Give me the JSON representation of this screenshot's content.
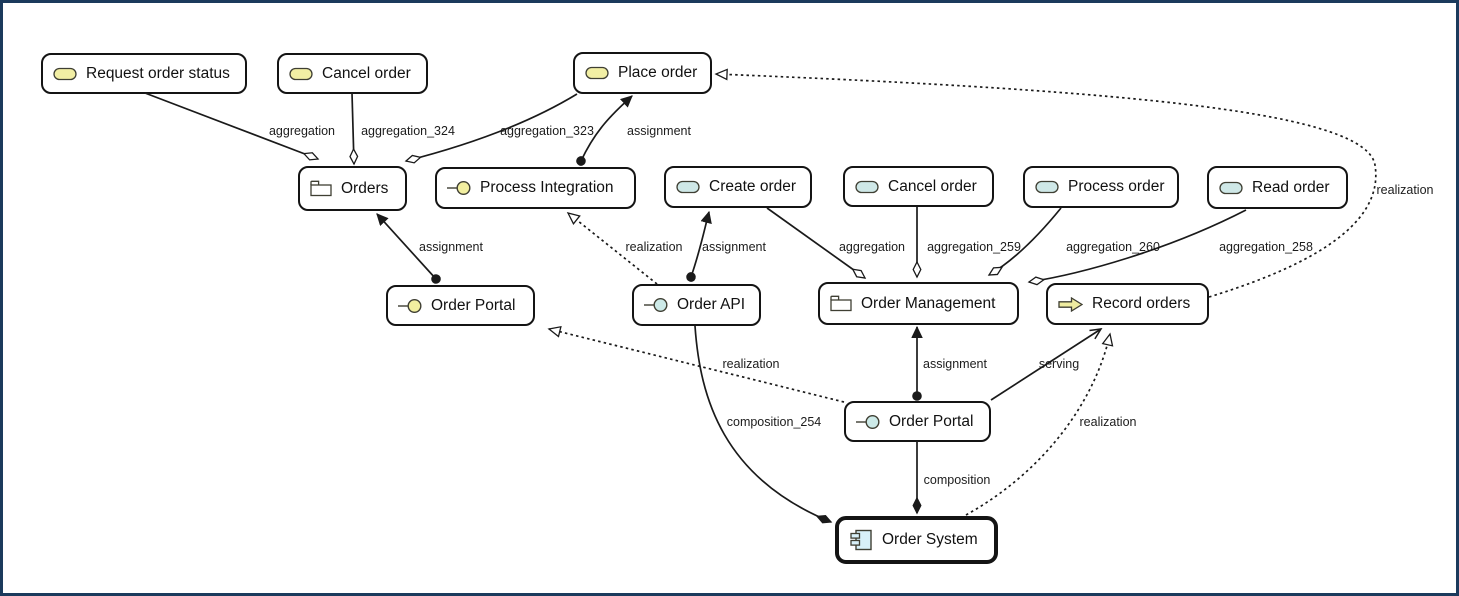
{
  "colors": {
    "frame_border": "#1b3a5c",
    "node_border": "#141414",
    "edge": "#1a1a1a",
    "business_service_fill": "#f2efa4",
    "application_service_fill": "#cfe8e7",
    "interface_yellow_fill": "#f2efa0",
    "interface_cyan_fill": "#cdeae8",
    "process_fill": "#efeca0",
    "component_fill": "#d8f0f8",
    "icon_stroke": "#3f3f33"
  },
  "nodes": [
    {
      "id": "request-order-status",
      "label": "Request order status",
      "icon": "business-service"
    },
    {
      "id": "cancel-order-top",
      "label": "Cancel order",
      "icon": "business-service"
    },
    {
      "id": "place-order",
      "label": "Place order",
      "icon": "business-service"
    },
    {
      "id": "orders",
      "label": "Orders",
      "icon": "product-folder"
    },
    {
      "id": "process-integration",
      "label": "Process Integration",
      "icon": "interface-yellow"
    },
    {
      "id": "create-order",
      "label": "Create order",
      "icon": "application-service"
    },
    {
      "id": "cancel-order-mid",
      "label": "Cancel order",
      "icon": "application-service"
    },
    {
      "id": "process-order",
      "label": "Process order",
      "icon": "application-service"
    },
    {
      "id": "read-order",
      "label": "Read order",
      "icon": "application-service"
    },
    {
      "id": "order-portal-top",
      "label": "Order Portal",
      "icon": "interface-yellow"
    },
    {
      "id": "order-api",
      "label": "Order API",
      "icon": "interface-cyan"
    },
    {
      "id": "order-management",
      "label": "Order Management",
      "icon": "product-folder"
    },
    {
      "id": "record-orders",
      "label": "Record orders",
      "icon": "process-arrow"
    },
    {
      "id": "order-portal-bottom",
      "label": "Order Portal",
      "icon": "interface-cyan"
    },
    {
      "id": "order-system",
      "label": "Order System",
      "icon": "component"
    }
  ],
  "edges": [
    {
      "id": "e0",
      "source": "request-order-status",
      "target": "orders",
      "label": "aggregation",
      "relation": "aggregation"
    },
    {
      "id": "e1",
      "source": "cancel-order-top",
      "target": "orders",
      "label": "aggregation_324",
      "relation": "aggregation"
    },
    {
      "id": "e2",
      "source": "place-order",
      "target": "orders",
      "label": "aggregation_323",
      "relation": "aggregation"
    },
    {
      "id": "e3",
      "source": "process-integration",
      "target": "place-order",
      "label": "assignment",
      "relation": "assignment"
    },
    {
      "id": "e4",
      "source": "record-orders",
      "target": "place-order",
      "label": "realization",
      "relation": "realization"
    },
    {
      "id": "e5",
      "source": "order-portal-top",
      "target": "orders",
      "label": "assignment",
      "relation": "assignment"
    },
    {
      "id": "e6",
      "source": "order-api",
      "target": "process-integration",
      "label": "realization",
      "relation": "realization"
    },
    {
      "id": "e7",
      "source": "order-api",
      "target": "create-order",
      "label": "assignment",
      "relation": "assignment"
    },
    {
      "id": "e8",
      "source": "create-order",
      "target": "order-management",
      "label": "aggregation",
      "relation": "aggregation"
    },
    {
      "id": "e9",
      "source": "cancel-order-mid",
      "target": "order-management",
      "label": "aggregation_259",
      "relation": "aggregation"
    },
    {
      "id": "e10",
      "source": "process-order",
      "target": "order-management",
      "label": "aggregation_260",
      "relation": "aggregation"
    },
    {
      "id": "e11",
      "source": "read-order",
      "target": "order-management",
      "label": "aggregation_258",
      "relation": "aggregation"
    },
    {
      "id": "e12",
      "source": "order-portal-bottom",
      "target": "order-management",
      "label": "assignment",
      "relation": "assignment"
    },
    {
      "id": "e13",
      "source": "order-portal-bottom",
      "target": "record-orders",
      "label": "serving",
      "relation": "serving"
    },
    {
      "id": "e14",
      "source": "order-portal-bottom",
      "target": "order-portal-top",
      "label": "realization",
      "relation": "realization"
    },
    {
      "id": "e15",
      "source": "order-api",
      "target": "order-system",
      "label": "composition_254",
      "relation": "composition"
    },
    {
      "id": "e16",
      "source": "order-portal-bottom",
      "target": "order-system",
      "label": "composition",
      "relation": "composition"
    },
    {
      "id": "e17",
      "source": "order-system",
      "target": "record-orders",
      "label": "realization",
      "relation": "realization"
    }
  ]
}
